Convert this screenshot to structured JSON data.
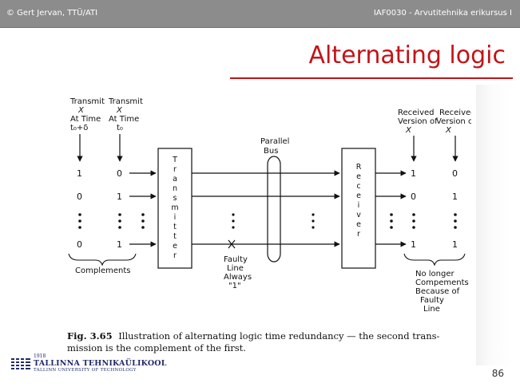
{
  "header": {
    "left": "© Gert Jervan, TTÜ/ATI",
    "right": "IAF0030 - Arvutitehnika erikursus I"
  },
  "slide": {
    "title": "Alternating logic",
    "page_number": "86"
  },
  "figure": {
    "tx1": [
      "Transmit",
      "X",
      "At Time",
      "t₀+δ"
    ],
    "tx2": [
      "Transmit",
      "X",
      "At Time",
      "t₀"
    ],
    "col1": [
      "1",
      "0",
      "0"
    ],
    "col2": [
      "0",
      "1",
      "1"
    ],
    "transmitter_letters": [
      "T",
      "r",
      "a",
      "n",
      "s",
      "m",
      "i",
      "t",
      "t",
      "e",
      "r"
    ],
    "parallel_bus": [
      "Parallel",
      "Bus"
    ],
    "receiver_letters": [
      "R",
      "e",
      "c",
      "e",
      "i",
      "v",
      "e",
      "r"
    ],
    "faulty": [
      "Faulty",
      "Line",
      "Always",
      "\"1\""
    ],
    "complements": "Complements",
    "rx1": [
      "Received",
      "Version of",
      "X"
    ],
    "rx2": [
      "Received",
      "Version of",
      "X"
    ],
    "rxcol1": [
      "1",
      "0",
      "1"
    ],
    "rxcol2": [
      "0",
      "1",
      "1"
    ],
    "no_longer": [
      "No longer",
      "Compements",
      "Because of",
      "Faulty",
      "Line"
    ],
    "caption_label": "Fig. 3.65",
    "caption_line1": "Illustration of alternating logic time redundancy — the second trans-",
    "caption_line2": "mission is the complement of the first."
  },
  "footer": {
    "year": "1918",
    "name": "TALLINNA TEHNIKAÜLIKOOL",
    "sub": "TALLINN UNIVERSITY OF TECHNOLOGY"
  }
}
